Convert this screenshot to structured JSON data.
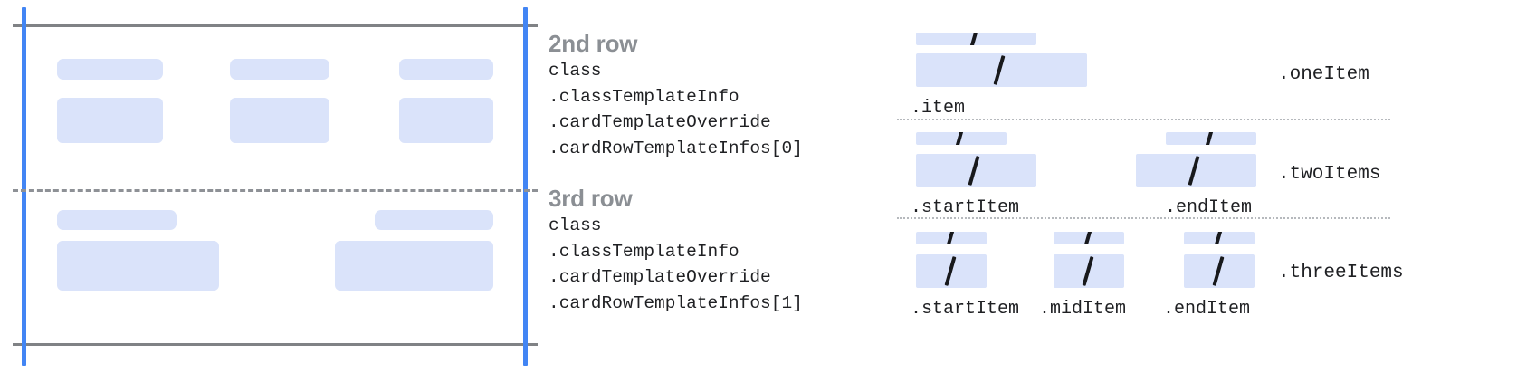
{
  "left_diagram": {
    "name": "card-template-frame",
    "frame_color": "#4285f4",
    "rule_color": "#808285",
    "placeholder_color": "#dae3fa",
    "rows": [
      {
        "name": "second-row",
        "columns": [
          {
            "title_bar": true,
            "body_box": true
          },
          {
            "title_bar": true,
            "body_box": true
          },
          {
            "title_bar": true,
            "body_box": true
          }
        ]
      },
      {
        "name": "third-row",
        "columns": [
          {
            "title_bar": true,
            "body_box": true
          },
          {
            "title_bar": true,
            "body_box": true
          }
        ]
      }
    ]
  },
  "annotations": [
    {
      "heading": "2nd row",
      "code_lines": [
        "class",
        ".classTemplateInfo",
        ".cardTemplateOverride",
        ".cardRowTemplateInfos[0]"
      ]
    },
    {
      "heading": "3rd row",
      "code_lines": [
        "class",
        ".classTemplateInfo",
        ".cardTemplateOverride",
        ".cardRowTemplateInfos[1]"
      ]
    }
  ],
  "right_diagram": {
    "name": "item-count-variants",
    "variants": [
      {
        "variant_label": ".oneItem",
        "items": [
          {
            "label": ".item"
          }
        ]
      },
      {
        "variant_label": ".twoItems",
        "items": [
          {
            "label": ".startItem"
          },
          {
            "label": ".endItem"
          }
        ]
      },
      {
        "variant_label": ".threeItems",
        "items": [
          {
            "label": ".startItem"
          },
          {
            "label": ".midItem"
          },
          {
            "label": ".endItem"
          }
        ]
      }
    ]
  }
}
